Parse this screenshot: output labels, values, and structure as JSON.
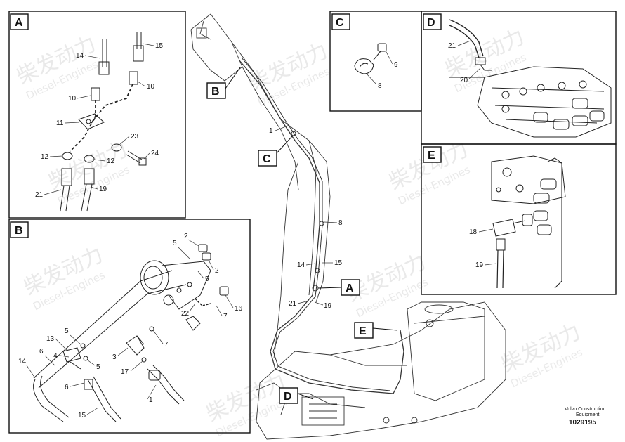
{
  "panels": [
    {
      "letter": "A"
    },
    {
      "letter": "B"
    },
    {
      "letter": "C"
    },
    {
      "letter": "D"
    },
    {
      "letter": "E"
    }
  ],
  "callouts": {
    "A": [
      "14",
      "15",
      "10",
      "10",
      "11",
      "23",
      "12",
      "12",
      "24",
      "21",
      "19"
    ],
    "B": [
      "2",
      "5",
      "2",
      "5",
      "22",
      "16",
      "7",
      "5",
      "13",
      "6",
      "4",
      "7",
      "3",
      "5",
      "14",
      "6",
      "17",
      "1",
      "15"
    ],
    "C": [
      "9",
      "8"
    ],
    "D": [
      "21",
      "20"
    ],
    "E": [
      "18",
      "19"
    ],
    "main": [
      "1",
      "8",
      "14",
      "15",
      "21",
      "19"
    ]
  },
  "main_flags": [
    "B",
    "C",
    "A",
    "E",
    "D"
  ],
  "watermark": {
    "cn": "柴发动力",
    "en": "Diesel-Engines"
  },
  "footer": {
    "company": "Volvo Construction",
    "sub": "Equipment",
    "number": "1029195"
  }
}
